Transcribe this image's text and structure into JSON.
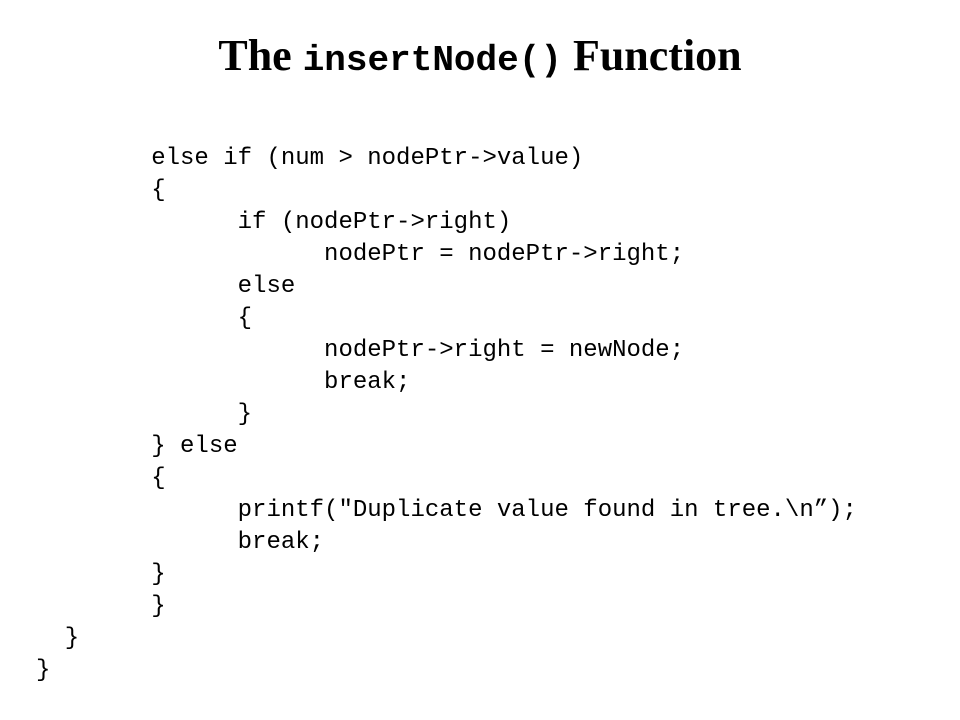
{
  "slide": {
    "title": {
      "prefix": "The ",
      "code": "insertNode()",
      "suffix": " Function"
    },
    "code_lines": [
      "        else if (num > nodePtr->value)",
      "        {",
      "              if (nodePtr->right)",
      "                    nodePtr = nodePtr->right;",
      "              else",
      "              {",
      "                    nodePtr->right = newNode;",
      "                    break;",
      "              }",
      "        } else",
      "        {",
      "              printf(\"Duplicate value found in tree.\\n”);",
      "              break;",
      "        }",
      "        }",
      "  }",
      "}"
    ]
  }
}
